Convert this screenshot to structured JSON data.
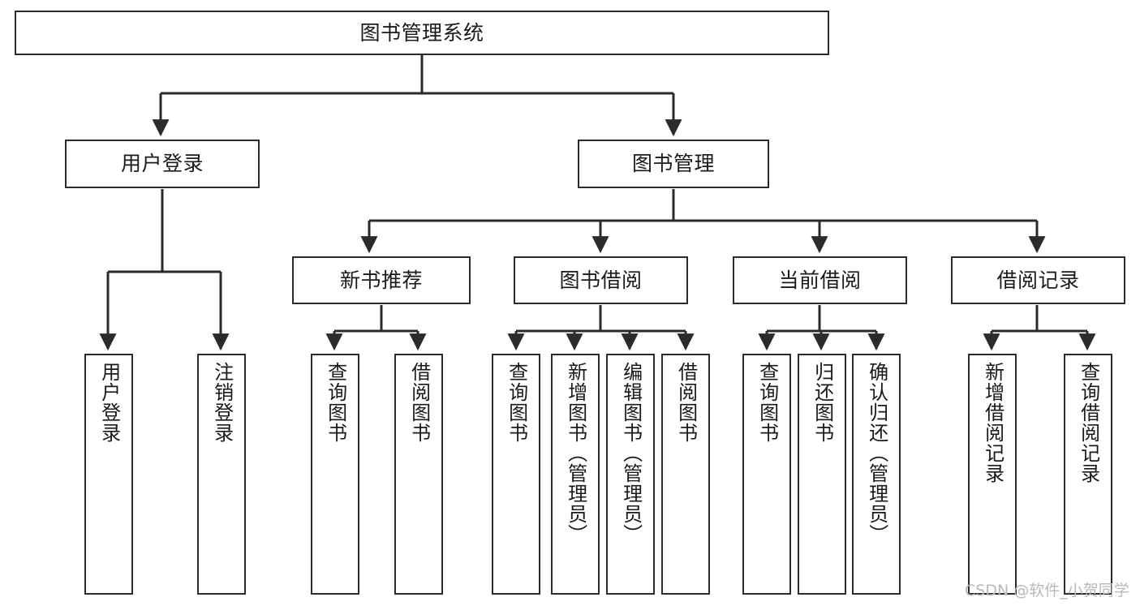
{
  "diagram": {
    "title": "图书管理系统",
    "type": "tree-hierarchy",
    "stroke_color": "#2b2b2b",
    "background_color": "#ffffff",
    "text_color": "#1a1a1a"
  },
  "nodes": {
    "root": {
      "label": "图书管理系统"
    },
    "level1": [
      {
        "label": "用户登录"
      },
      {
        "label": "图书管理"
      }
    ],
    "level2": [
      {
        "label": "新书推荐"
      },
      {
        "label": "图书借阅"
      },
      {
        "label": "当前借阅"
      },
      {
        "label": "借阅记录"
      }
    ],
    "leaves": {
      "user_login": [
        {
          "label": "用户登录"
        },
        {
          "label": "注销登录"
        }
      ],
      "new_book_recommend": [
        {
          "label": "查询图书"
        },
        {
          "label": "借阅图书"
        }
      ],
      "book_borrow": [
        {
          "label": "查询图书"
        },
        {
          "label": "新增图书（管理员）"
        },
        {
          "label": "编辑图书（管理员）"
        },
        {
          "label": "借阅图书"
        }
      ],
      "current_borrow": [
        {
          "label": "查询图书"
        },
        {
          "label": "归还图书"
        },
        {
          "label": "确认归还（管理员）"
        }
      ],
      "borrow_record": [
        {
          "label": "新增借阅记录"
        },
        {
          "label": "查询借阅记录"
        }
      ]
    }
  },
  "watermark": {
    "text": "CSDN @软件_小贺同学",
    "color": "#b9b9b9"
  }
}
